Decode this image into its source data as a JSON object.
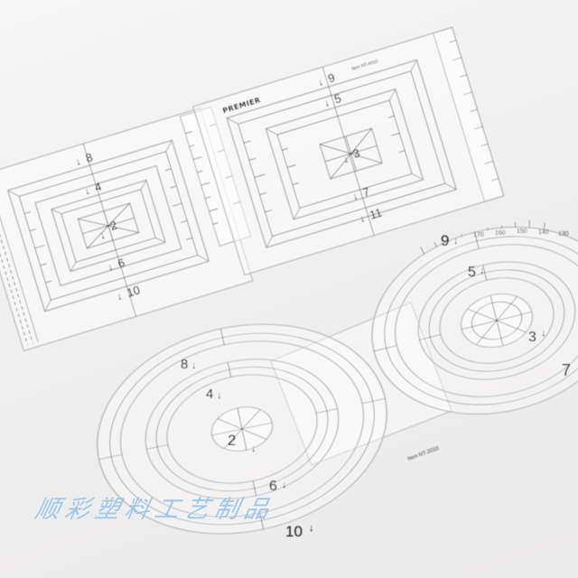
{
  "scene": {
    "description": "Clear acrylic quilting templates photographed on a white surface",
    "background_color": "#f1f0f0",
    "acrylic_edge_color": "#b9b9bb",
    "marking_color": "#1a1a1a"
  },
  "square_template": {
    "brand": "PREMIER",
    "item_code": "Item NT-4010",
    "size_labels": [
      "8",
      "4",
      "2",
      "6",
      "10",
      "9",
      "5",
      "3",
      "7",
      "11"
    ]
  },
  "circle_template": {
    "item_code": "Item NT-2010",
    "size_labels": [
      "8",
      "4",
      "2",
      "6",
      "10",
      "9",
      "5",
      "3",
      "7"
    ],
    "protractor_labels": [
      "170",
      "160",
      "150",
      "140",
      "130"
    ]
  },
  "watermark": {
    "text": "顺彩塑料工艺制品",
    "color": "#8fc0ea"
  }
}
